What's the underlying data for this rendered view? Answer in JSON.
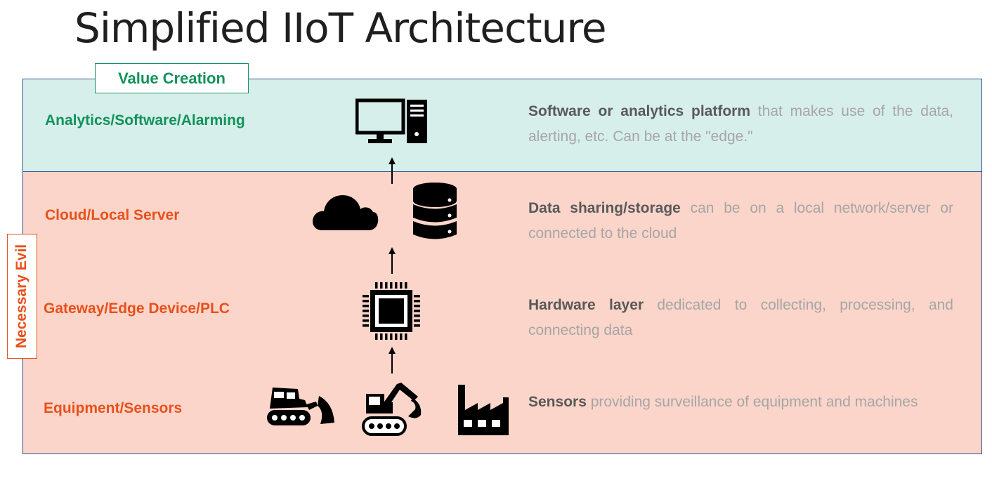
{
  "title": "Simplified IIoT Architecture",
  "tags": {
    "value_creation": "Value Creation",
    "necessary_evil": "Necessary Evil"
  },
  "layers": [
    {
      "label": "Analytics/Software/Alarming",
      "desc_bold": "Software or analytics platform",
      "desc_rest": " that makes use of the data, alerting, etc. Can be at the \"edge.\"",
      "icons": [
        "desktop-computer-icon"
      ]
    },
    {
      "label": "Cloud/Local Server",
      "desc_bold": "Data sharing/storage",
      "desc_rest": " can be on a local network/server or connected to the cloud",
      "icons": [
        "cloud-icon",
        "database-icon"
      ]
    },
    {
      "label": "Gateway/Edge Device/PLC",
      "desc_bold": "Hardware layer",
      "desc_rest": "  dedicated to collecting, processing, and connecting data",
      "icons": [
        "chip-icon"
      ]
    },
    {
      "label": "Equipment/Sensors",
      "desc_bold": "Sensors",
      "desc_rest": " providing surveillance of equipment and machines",
      "icons": [
        "bulldozer-icon",
        "excavator-icon",
        "factory-icon"
      ]
    }
  ],
  "colors": {
    "value_band": "#d7efeb",
    "evil_band": "#fbd5c9",
    "green": "#12925a",
    "orange": "#e8501c",
    "border": "#2f4f8a"
  }
}
